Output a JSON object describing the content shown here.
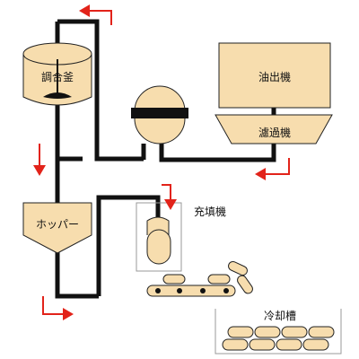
{
  "colors": {
    "fill": "#F7DDAE",
    "pipe": "#111111",
    "arrow": "#E2231A",
    "outline": "#222222",
    "tray": "#999999"
  },
  "labels": {
    "mixing_kettle": "調合釜",
    "oil_extractor": "油出機",
    "filter": "濾過機",
    "hopper": "ホッパー",
    "filler": "充填機",
    "cooling_tank": "冷却槽"
  }
}
